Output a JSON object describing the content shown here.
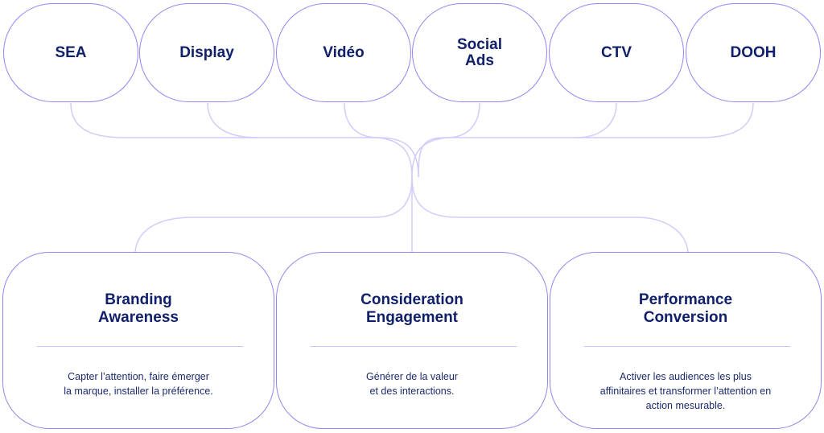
{
  "diagram": {
    "colors": {
      "outline": "#8f86f4",
      "connector": "#d0ccfc",
      "title_text": "#10206b",
      "body_text": "#1c2a6e",
      "background": "#ffffff"
    },
    "channels": [
      {
        "label": "SEA"
      },
      {
        "label": "Display"
      },
      {
        "label": "Vidéo"
      },
      {
        "label": "Social\nAds"
      },
      {
        "label": "CTV"
      },
      {
        "label": "DOOH"
      }
    ],
    "objectives": [
      {
        "title": "Branding\nAwareness",
        "description": "Capter l’attention, faire émerger\nla marque, installer la préférence."
      },
      {
        "title": "Consideration\nEngagement",
        "description": "Générer de la valeur\net des interactions."
      },
      {
        "title": "Performance\nConversion",
        "description": "Activer les audiences les plus\naffinitaires et transformer l’attention en\naction mesurable."
      }
    ]
  }
}
